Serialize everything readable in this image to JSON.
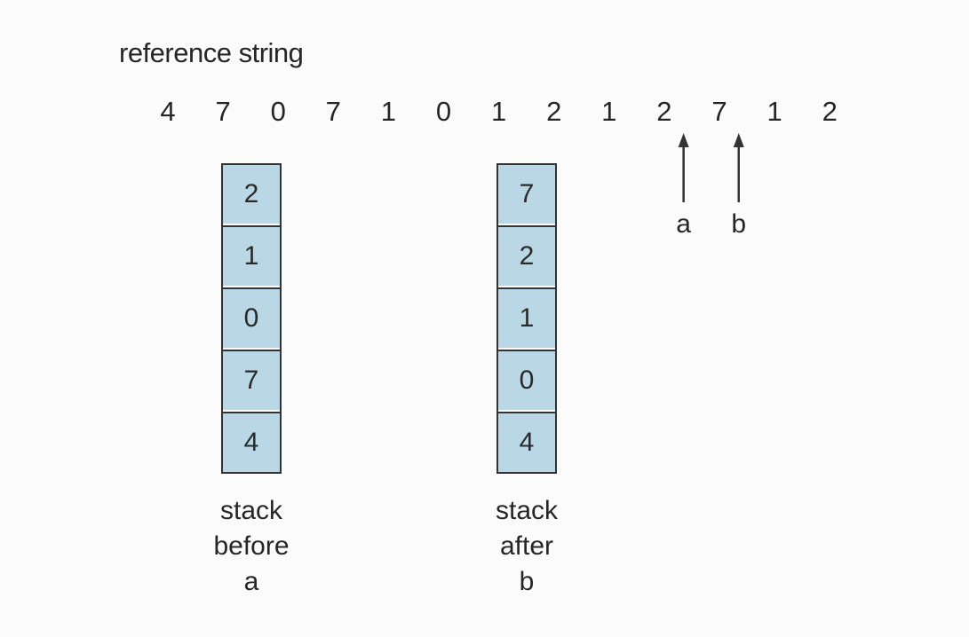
{
  "title": "reference string",
  "reference_string": [
    "4",
    "7",
    "0",
    "7",
    "1",
    "0",
    "1",
    "2",
    "1",
    "2",
    "7",
    "1",
    "2"
  ],
  "stacks": [
    {
      "cells": [
        "2",
        "1",
        "0",
        "7",
        "4"
      ],
      "caption": [
        "stack",
        "before",
        "a"
      ]
    },
    {
      "cells": [
        "7",
        "2",
        "1",
        "0",
        "4"
      ],
      "caption": [
        "stack",
        "after",
        "b"
      ]
    }
  ],
  "markers": [
    {
      "label": "a",
      "ref_index": 9
    },
    {
      "label": "b",
      "ref_index": 10
    }
  ],
  "colors": {
    "cell_fill": "#b9d7e4",
    "outline": "#333333",
    "background": "#fbfbfb"
  }
}
